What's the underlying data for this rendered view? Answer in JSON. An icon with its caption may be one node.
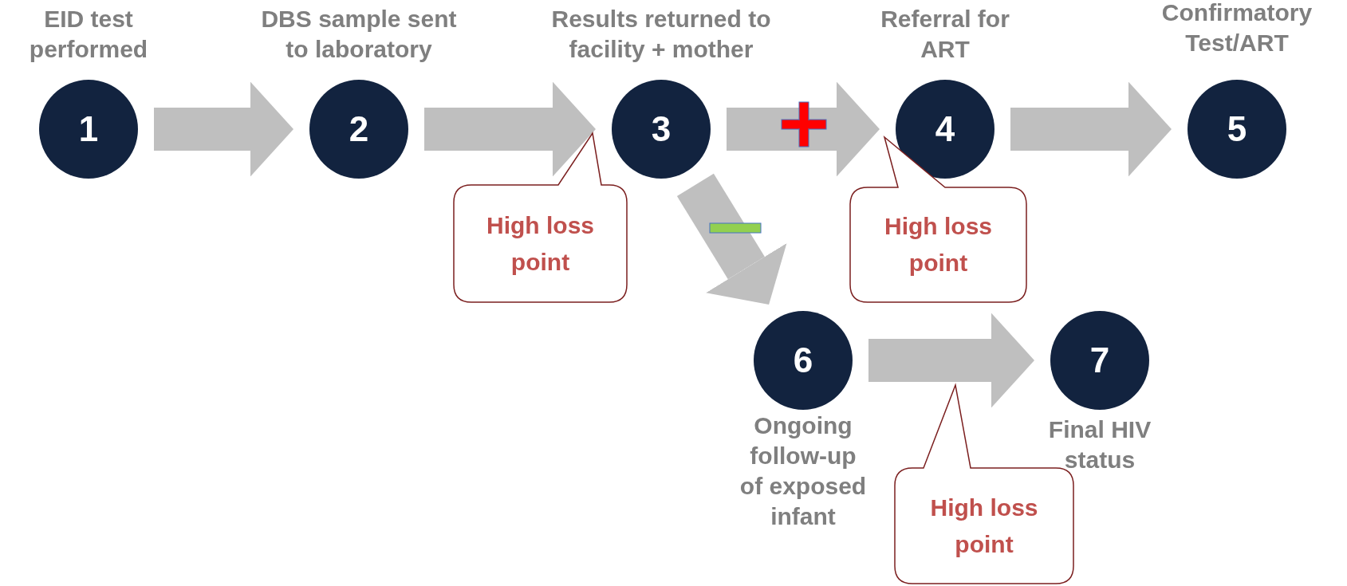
{
  "diagram": {
    "nodes": [
      {
        "text": [
          "1"
        ],
        "beside": [
          "EID test performed"
        ]
      },
      {
        "text": [
          "2"
        ],
        "beside": [
          "DBS sample sent to laboratory"
        ]
      },
      {
        "text": [
          "3"
        ],
        "beside": [
          "Results returned to facility + mother"
        ]
      },
      {
        "text": [
          "4"
        ],
        "beside": [
          "Referral for ART"
        ]
      },
      {
        "text": [
          "5"
        ],
        "beside": [
          "Confirmatory Test/ART"
        ]
      },
      {
        "text": [
          "6"
        ],
        "beside": [
          "Ongoing follow-up of exposed infant"
        ]
      },
      {
        "text": [
          "7"
        ],
        "beside": [
          "Final HIV status"
        ]
      },
      {
        "text": [
          "High loss point"
        ]
      },
      {
        "text": [
          "High loss point"
        ]
      },
      {
        "text": [
          "High loss point"
        ]
      }
    ],
    "edges": [
      {
        "from": 0,
        "to": 1,
        "arrow": "to"
      },
      {
        "from": 1,
        "to": 2,
        "arrow": "to"
      },
      {
        "from": 2,
        "to": 3,
        "arrow": "to"
      },
      {
        "from": 3,
        "to": 4,
        "arrow": "to"
      },
      {
        "from": 2,
        "to": 5,
        "arrow": "to"
      },
      {
        "from": 5,
        "to": 6,
        "arrow": "to"
      }
    ]
  }
}
